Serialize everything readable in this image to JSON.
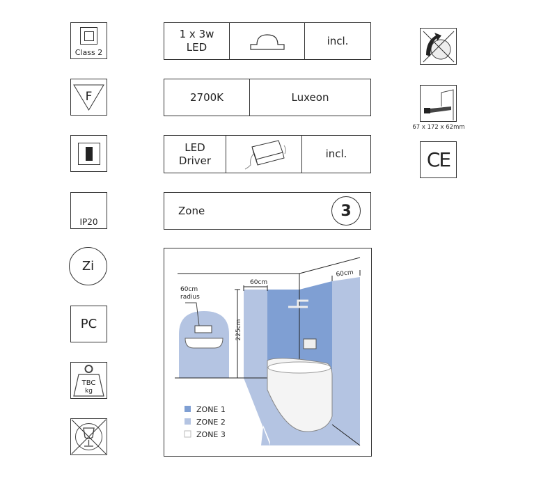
{
  "left_icons": {
    "class2_label": "Class 2",
    "f_mark": "F",
    "ip_rating": "IP20",
    "zi_label": "Zi",
    "material": "PC",
    "weight_value": "TBC",
    "weight_unit": "kg"
  },
  "specs": {
    "lamp": {
      "line1": "1 x 3w",
      "line2": "LED",
      "included": "incl."
    },
    "colour": {
      "temperature": "2700K",
      "brand": "Luxeon"
    },
    "driver": {
      "line1": "LED",
      "line2": "Driver",
      "included": "incl."
    },
    "zone": {
      "label": "Zone",
      "number": "3"
    }
  },
  "diagram": {
    "wall_width_left": "60cm",
    "wall_width_right": "60cm",
    "height": "225cm",
    "sink_radius_line1": "60cm",
    "sink_radius_line2": "radius",
    "legend": [
      {
        "label": "ZONE 1",
        "color": "#7f9fd3"
      },
      {
        "label": "ZONE 2",
        "color": "#b4c4e2"
      },
      {
        "label": "ZONE 3",
        "color": "#ffffff"
      }
    ]
  },
  "right_icons": {
    "cutout_dimensions": "67 x 172 x 62mm",
    "ce_mark": "CE"
  }
}
